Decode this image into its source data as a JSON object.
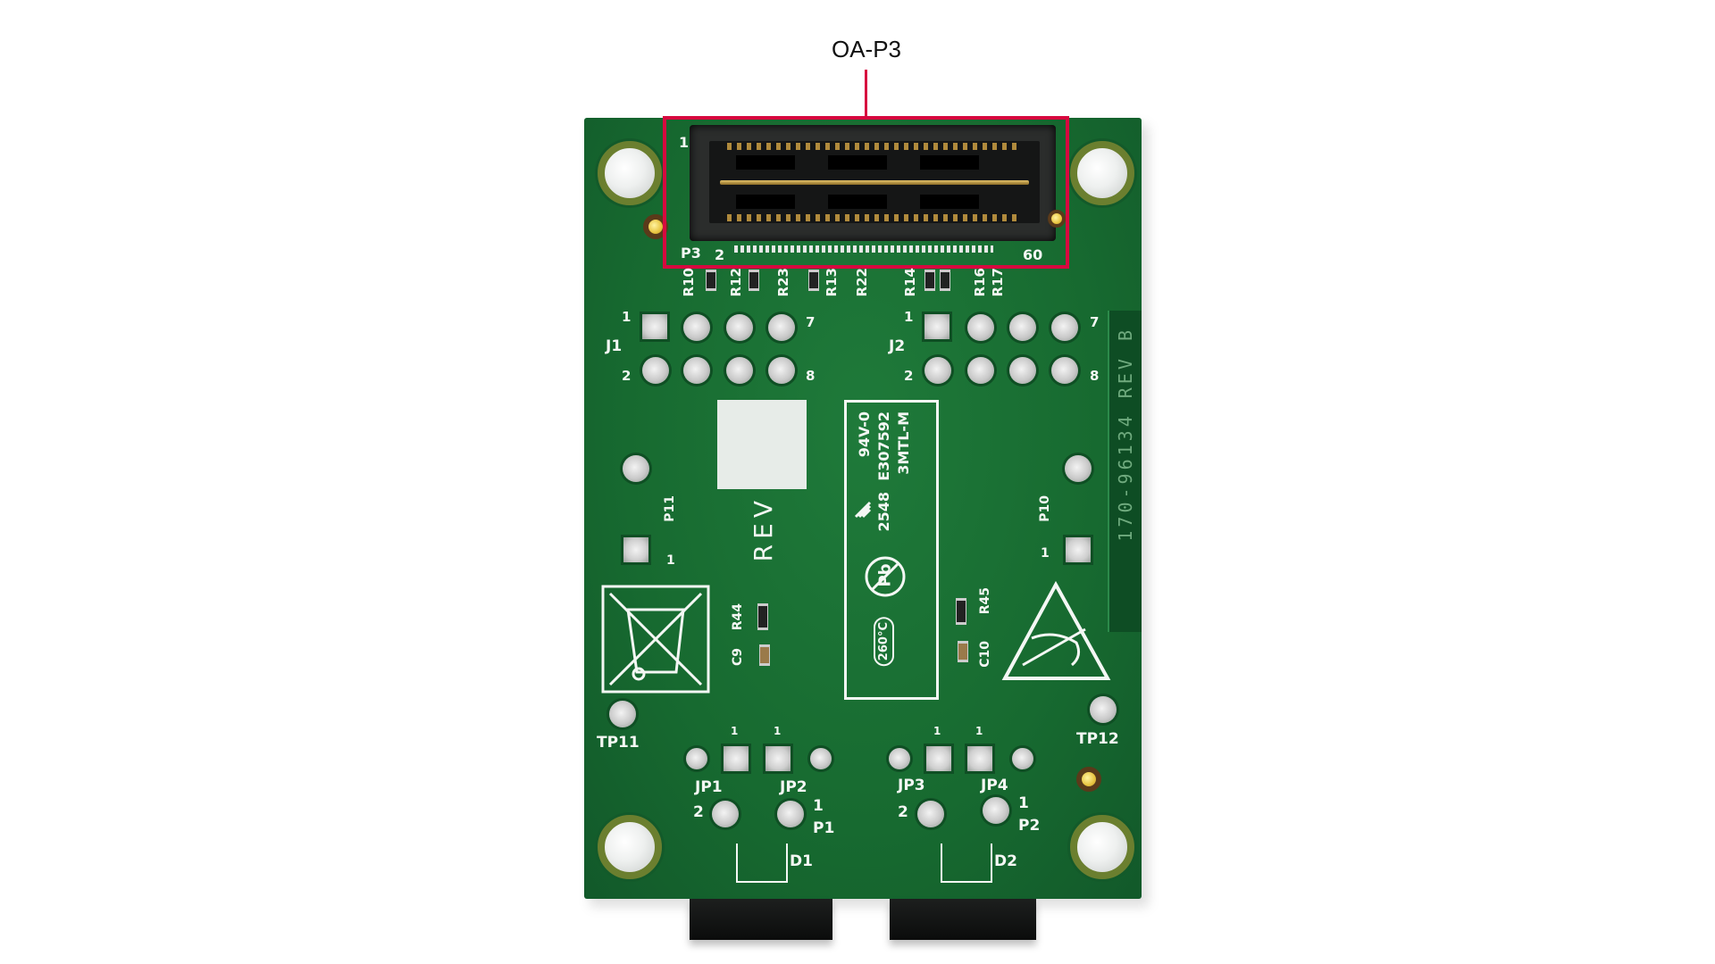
{
  "callout": {
    "label": "OA-P3",
    "color": "#d7093f"
  },
  "board": {
    "color": "#176a30",
    "part_number": "170-96134 REV B",
    "rev_text": "REV",
    "connector": {
      "ref": "P3",
      "pin_first_top": "1",
      "pin_first_bottom": "2",
      "pin_last": "60"
    },
    "resistors_top": [
      "R10",
      "R12",
      "R23",
      "R13",
      "R22",
      "R14",
      "R16",
      "R17"
    ],
    "headers": [
      {
        "ref": "J1",
        "pin_labels": [
          "1",
          "2",
          "7",
          "8"
        ]
      },
      {
        "ref": "J2",
        "pin_labels": [
          "1",
          "2",
          "7",
          "8"
        ]
      }
    ],
    "test_pads": [
      {
        "ref": "P11",
        "pin": "1"
      },
      {
        "ref": "P10",
        "pin": "1"
      }
    ],
    "marking_block": {
      "line1": "94V-0",
      "line2": "E307592",
      "line3": "3MTL-M",
      "line4": "2548",
      "lead_free": "Pb",
      "temp": "260°C"
    },
    "components_mid": [
      {
        "ref": "R44"
      },
      {
        "ref": "C9"
      },
      {
        "ref": "R45"
      },
      {
        "ref": "C10"
      }
    ],
    "test_points": [
      "TP11",
      "TP12"
    ],
    "jumpers": [
      {
        "ref": "JP1",
        "pin": "1"
      },
      {
        "ref": "JP2",
        "pin": "1"
      },
      {
        "ref": "JP3",
        "pin": "1"
      },
      {
        "ref": "JP4",
        "pin": "1"
      }
    ],
    "ports": [
      {
        "ref": "P1",
        "pin_left": "2",
        "pin_right": "1",
        "diode": "D1"
      },
      {
        "ref": "P2",
        "pin_left": "2",
        "pin_right": "1",
        "diode": "D2"
      }
    ],
    "symbols": [
      "weee-bin-icon",
      "esd-warning-icon",
      "ul-recognized-icon",
      "lead-free-icon"
    ]
  }
}
